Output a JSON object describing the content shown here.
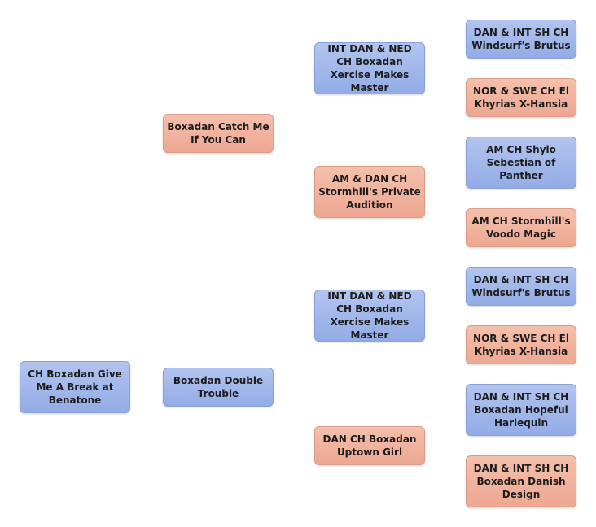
{
  "pedigree": {
    "subject": "CH Boxadan Give Me A Break at Benatone",
    "sire": "Boxadan Double Trouble",
    "dam": "Boxadan Catch Me If You Can",
    "dam_sire": "INT DAN & NED CH Boxadan Xercise Makes Master",
    "dam_dam": "AM & DAN CH Stormhill's Private Audition",
    "sire_sire": "INT DAN & NED CH Boxadan Xercise Makes Master",
    "sire_dam": "DAN CH Boxadan Uptown Girl",
    "ggp": [
      "DAN & INT SH CH Windsurf's  Brutus",
      "NOR & SWE CH El Khyrias X-Hansia",
      "AM CH Shylo Sebestian of Panther",
      "AM CH Stormhill's Voodo Magic",
      "DAN & INT SH CH Windsurf's  Brutus",
      "NOR & SWE CH El Khyrias X-Hansia",
      "DAN & INT SH CH Boxadan Hopeful Harlequin",
      "DAN & INT SH CH Boxadan Danish Design"
    ],
    "colors": {
      "male": "#9fb5ea",
      "female": "#f0b29e"
    }
  }
}
